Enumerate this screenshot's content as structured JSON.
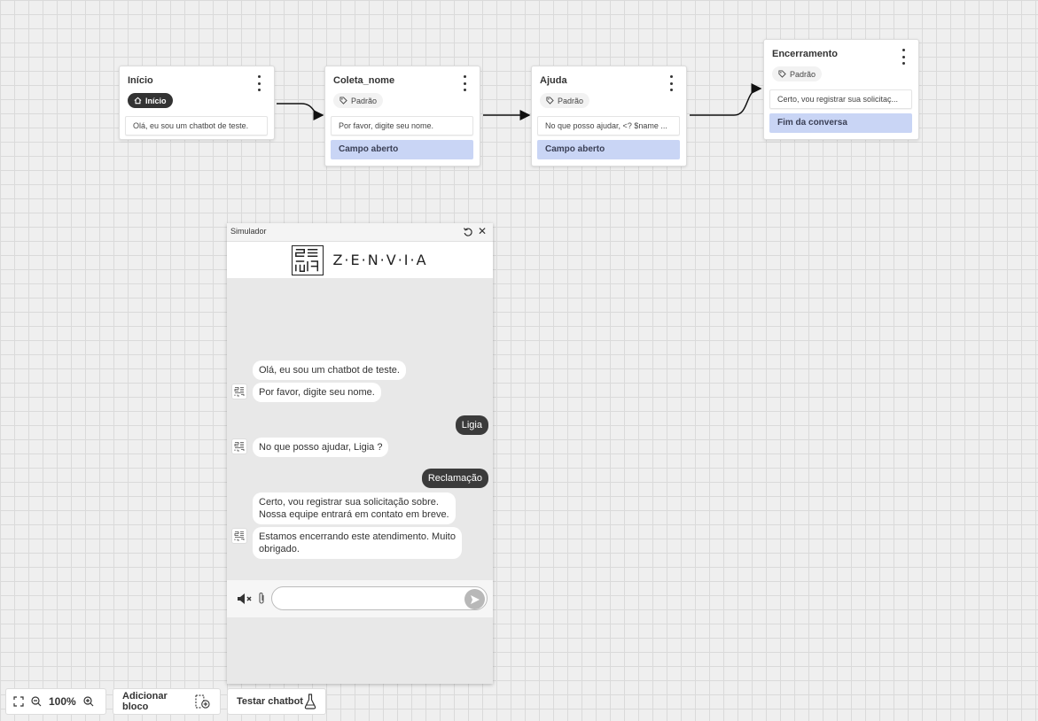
{
  "blocks": [
    {
      "title": "Início",
      "tag": "Início",
      "message": "Olá, eu sou um chatbot de teste."
    },
    {
      "title": "Coleta_nome",
      "tag": "Padrão",
      "message": "Por favor, digite seu nome.",
      "action": "Campo aberto"
    },
    {
      "title": "Ajuda",
      "tag": "Padrão",
      "message": "No que posso ajudar, <? $name ...",
      "action": "Campo aberto"
    },
    {
      "title": "Encerramento",
      "tag": "Padrão",
      "message": "Certo, vou registrar sua solicitaç...",
      "action": "Fim da conversa"
    }
  ],
  "simulator": {
    "title": "Simulador",
    "brand": "Z·E·N·V·I·A",
    "messages": [
      {
        "from": "bot",
        "text": "Olá, eu sou um chatbot de teste."
      },
      {
        "from": "bot",
        "text": "Por favor, digite seu nome."
      },
      {
        "from": "user",
        "text": "Ligia"
      },
      {
        "from": "bot",
        "text": "No que posso ajudar, Ligia ?"
      },
      {
        "from": "user",
        "text": "Reclamação"
      },
      {
        "from": "bot",
        "line1": "Certo, vou registrar sua solicitação sobre.",
        "line2": "Nossa equipe entrará em contato em breve."
      },
      {
        "from": "bot",
        "line1": "Estamos encerrando este atendimento. Muito",
        "line2": "obrigado."
      }
    ],
    "input": {
      "value": "",
      "placeholder": ""
    }
  },
  "toolbar": {
    "zoom": "100%",
    "add_block": "Adicionar bloco",
    "test_chatbot": "Testar chatbot"
  },
  "colors": {
    "action_bg": "#c9d5f5",
    "user_bubble": "#3b3b3b"
  }
}
